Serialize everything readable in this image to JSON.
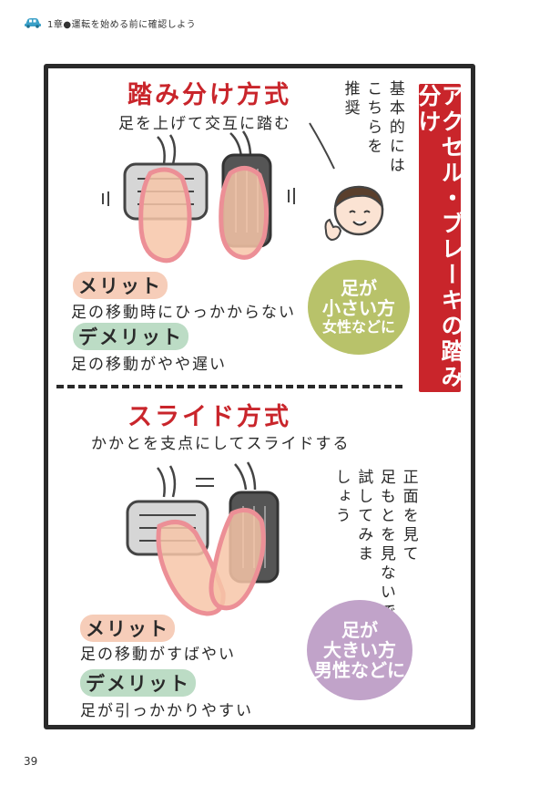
{
  "header": {
    "chapter_text": "1章●運転を始める前に確認しよう"
  },
  "banner": {
    "title": "アクセル・ブレーキの踏み分け"
  },
  "section1": {
    "title": "踏み分け方式",
    "caption": "足を上げて交互に踏む",
    "merit_label": "メリット",
    "merit_text": "足の移動時にひっかからない",
    "demerit_label": "デメリット",
    "demerit_text": "足の移動がやや遅い",
    "note_col1": "基本的には",
    "note_col2": "こちらを",
    "note_col3": "推奨",
    "circle_line1": "足が",
    "circle_line2": "小さい方",
    "circle_line3": "女性などに"
  },
  "section2": {
    "title": "スライド方式",
    "caption": "かかとを支点にしてスライドする",
    "merit_label": "メリット",
    "merit_text": "足の移動がすばやい",
    "demerit_label": "デメリット",
    "demerit_text": "足が引っかかりやすい",
    "note_col1": "正面を見て",
    "note_col2": "足もとを見ないで",
    "note_col3": "試してみま",
    "note_col4": "しょう",
    "circle_line1": "足が",
    "circle_line2": "大きい方",
    "circle_line3": "男性などに"
  },
  "page_number": "39",
  "colors": {
    "accent_red": "#c9252b",
    "merit_bg": "#f6cdb9",
    "demerit_bg": "#bcdcc5",
    "circle_green": "#b8c26a",
    "circle_purple": "#c1a3c9",
    "foot_fill": "#f7c6a8",
    "foot_outline": "#ec8f96"
  },
  "icons": [
    "car-icon"
  ]
}
